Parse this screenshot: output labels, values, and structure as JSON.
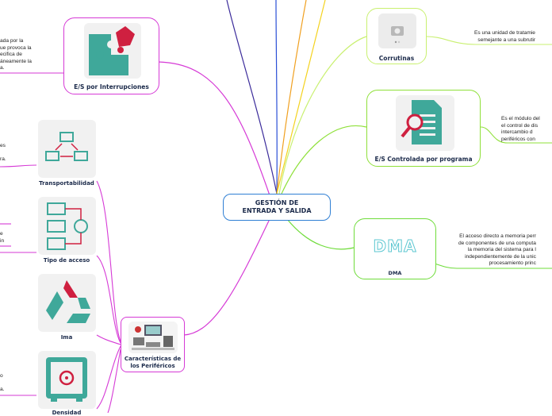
{
  "center": {
    "title": "GESTIÓN DE\nENTRADA Y SALIDA"
  },
  "nodes": {
    "interrupciones": {
      "label": "E/S por Interrupciones",
      "icon": "puzzle-icon",
      "desc": "ada por la\nue provoca la\necifica de\náneamente la\na."
    },
    "corrutinas": {
      "label": "Corrutinas",
      "icon": "camera-icon",
      "desc": "Es una unidad de tratamie\nsemejante a una subrutir"
    },
    "programa": {
      "label_prefix": "E/S",
      "label": "Controlada por programa",
      "icon": "document-search-icon",
      "desc": "Es el módulo del\nel control de dis\nintercambio d\nperiféricos con"
    },
    "dma": {
      "label": "DMA",
      "icon_text": "DMA",
      "icon": "dma-text-icon",
      "desc": "El acceso directo a memoria perr\nde componentes de una computa\nla memoria del sistema para l\nindependientemente de la unic\nprocesamiento princ"
    },
    "perifericos": {
      "label": "Características de\nlos Periféricos",
      "icon": "computer-devices-icon"
    },
    "transportabilidad": {
      "label": "Transportabilidad",
      "icon": "network-icon",
      "desc": "es\n\nra."
    },
    "acceso": {
      "label": "Tipo de acceso",
      "icon": "flowchart-icon",
      "desc": "e\nin"
    },
    "ima": {
      "label": "Ima",
      "icon": "recycle-icon"
    },
    "densidad": {
      "label": "Densidad",
      "icon": "safe-icon",
      "desc": "o\n\na."
    }
  },
  "colors": {
    "magenta": "#d63ad6",
    "green": "#8fe03a",
    "lightgreen": "#6fdc3a",
    "blue": "#2a4fd6",
    "orange": "#f0a020",
    "yellow": "#f4d21e",
    "navy": "#3a2a9a",
    "center": "#2f7fd4"
  }
}
